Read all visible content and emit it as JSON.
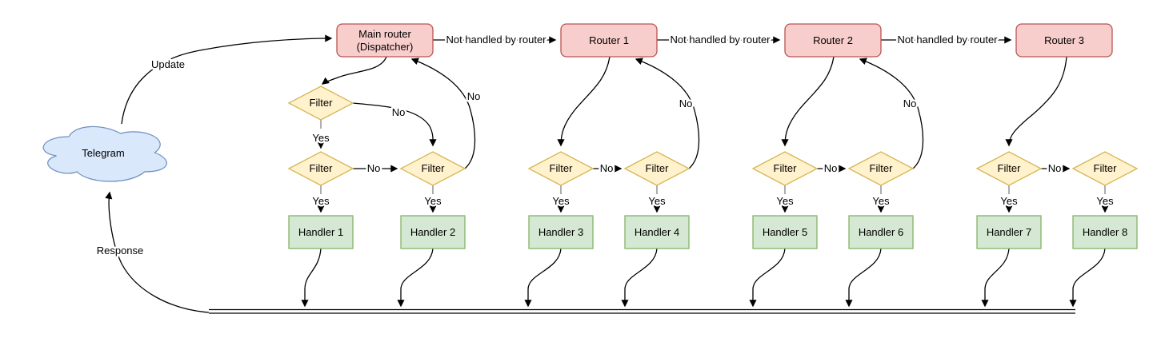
{
  "diagram": {
    "cloud": {
      "label": "Telegram"
    },
    "edge_labels": {
      "update": "Update",
      "response": "Response",
      "yes": "Yes",
      "no": "No",
      "not_handled": "Not handled by router"
    },
    "routers": [
      {
        "id": "main-router",
        "label_line1": "Main router",
        "label_line2": "(Dispatcher)"
      },
      {
        "id": "router-1",
        "label": "Router 1"
      },
      {
        "id": "router-2",
        "label": "Router 2"
      },
      {
        "id": "router-3",
        "label": "Router 3"
      }
    ],
    "filters": [
      "Filter",
      "Filter",
      "Filter",
      "Filter",
      "Filter",
      "Filter",
      "Filter",
      "Filter",
      "Filter"
    ],
    "handlers": [
      "Handler 1",
      "Handler 2",
      "Handler 3",
      "Handler 4",
      "Handler 5",
      "Handler 6",
      "Handler 7",
      "Handler 8"
    ],
    "colors": {
      "router_fill": "#f8cecc",
      "router_stroke": "#b85450",
      "filter_fill": "#fff2cc",
      "filter_stroke": "#d6b656",
      "handler_fill": "#d5e8d4",
      "handler_stroke": "#82b366",
      "cloud_fill": "#dae8fc",
      "cloud_stroke": "#6c8ebf",
      "edge_color": "#000000",
      "stub_color": "#999999",
      "background": "#ffffff"
    }
  }
}
